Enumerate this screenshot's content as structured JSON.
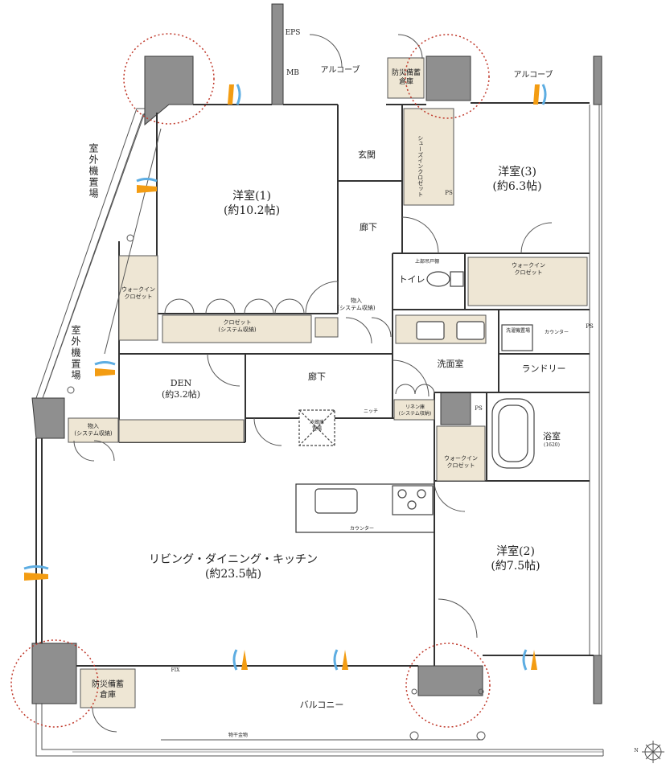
{
  "colors": {
    "wall": "#8f8f8f",
    "wall_stroke": "#3a3a3a",
    "storage": "#eee6d4",
    "line": "#444444",
    "circle": "#c0392b",
    "vent_orange": "#f39c12",
    "vent_blue": "#5dade2"
  },
  "rooms": {
    "western1": {
      "name": "洋室(1)",
      "size": "(約10.2帖)"
    },
    "western2": {
      "name": "洋室(2)",
      "size": "(約7.5帖)"
    },
    "western3": {
      "name": "洋室(3)",
      "size": "(約6.3帖)"
    },
    "ldk": {
      "name": "リビング・ダイニング・キッチン",
      "size": "(約23.5帖)"
    },
    "den": {
      "name": "DEN",
      "size": "(約3.2帖)"
    },
    "entrance": "玄関",
    "hall_upper": "廊下",
    "hall_lower": "廊下",
    "toilet": "トイレ",
    "washroom": "洗面室",
    "laundry": "ランドリー",
    "bath": {
      "name": "浴室",
      "size": "(1620)"
    },
    "balcony": "バルコニー"
  },
  "labels": {
    "eps": "EPS",
    "mb": "MB",
    "alcove_left": "アルコーブ",
    "alcove_right": "アルコーブ",
    "disaster_top": [
      "防災備蓄",
      "倉庫"
    ],
    "disaster_bottom": [
      "防災備蓄",
      "倉庫"
    ],
    "outdoor_unit_top": "室外機置場",
    "outdoor_unit_bottom": "室外機置場",
    "shoes_in_closet": "シューズインクロゼット",
    "ps_top": "PS",
    "ps_right": "PS",
    "ps_bath": "PS",
    "walkin_right": [
      "ウォークイン",
      "クロゼット"
    ],
    "walkin_left": [
      "ウォークイン",
      "クロゼット"
    ],
    "walkin_bath": [
      "ウォークイン",
      "クロゼット"
    ],
    "closet_main": [
      "クロゼット",
      "(システム収納)"
    ],
    "storage_hall": [
      "物入",
      "(システム収納)"
    ],
    "storage_den": [
      "物入",
      "(システム収納)"
    ],
    "linen": [
      "リネン庫",
      "(システム収納)"
    ],
    "upper_shelf": "上部吊戸棚",
    "washer": "洗濯機置場",
    "counter_laundry": "カウンター",
    "counter_kitchen": "カウンター",
    "niche": "ニッチ",
    "fridge": [
      "冷蔵庫",
      "置場"
    ],
    "laundry_hardware": "物干金物",
    "fix": "FIX"
  },
  "compass": "N"
}
